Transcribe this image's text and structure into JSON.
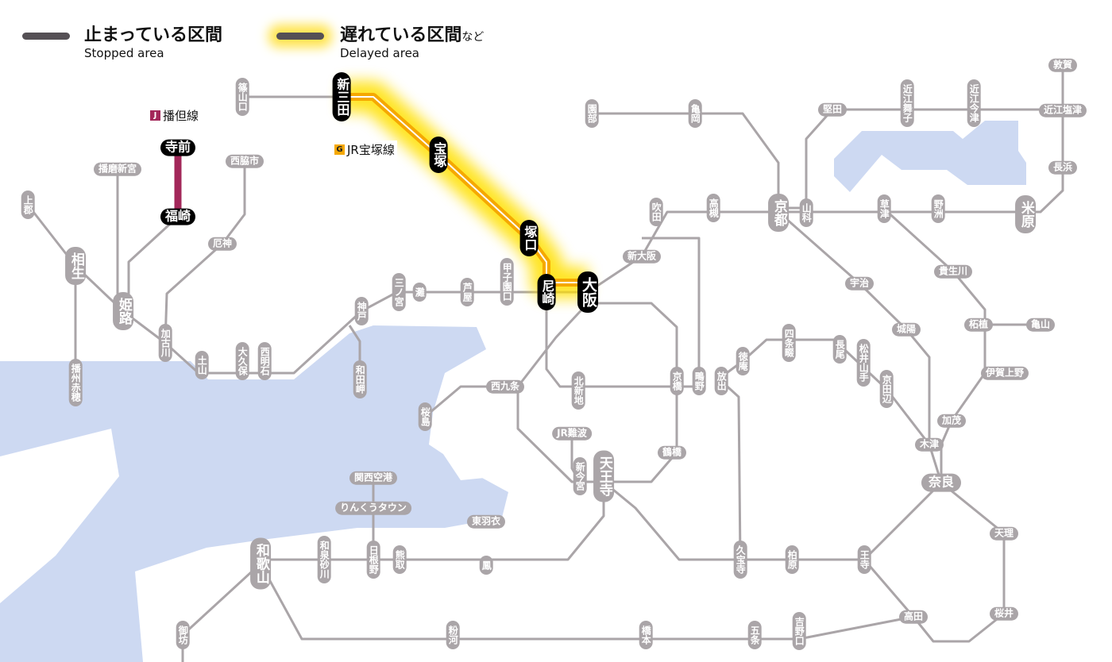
{
  "legend": {
    "stopped": {
      "jp": "止まっている区間",
      "en": "Stopped area",
      "color": "#555055"
    },
    "delayed": {
      "jp": "遅れている区間",
      "jp_suffix": "など",
      "en": "Delayed area",
      "color": "#f5c400"
    }
  },
  "line_labels": [
    {
      "badge": "J",
      "name": "播但線",
      "color": "#a3285a"
    },
    {
      "badge": "G",
      "name": "JR宝塚線",
      "color": "#f5a800"
    }
  ],
  "stations": [
    "新三田",
    "宝塚",
    "塚口",
    "尼崎",
    "大阪",
    "寺前",
    "福崎",
    "篠山口",
    "播磨新宮",
    "西脇市",
    "上郡",
    "厄神",
    "相生",
    "姫路",
    "加古川",
    "土山",
    "大久保",
    "西明石",
    "播州赤穂",
    "神戸",
    "和田岬",
    "三ノ宮",
    "灘",
    "芦屋",
    "甲子園口",
    "西九条",
    "桜島",
    "北新地",
    "京橋",
    "鴫野",
    "放出",
    "徳庵",
    "四条畷",
    "長尾",
    "松井山手",
    "京田辺",
    "新大阪",
    "吹田",
    "高槻",
    "京都",
    "山科",
    "園部",
    "亀岡",
    "堅田",
    "近江舞子",
    "近江今津",
    "敦賀",
    "近江塩津",
    "長浜",
    "草津",
    "野洲",
    "米原",
    "宇治",
    "貴生川",
    "城陽",
    "柘植",
    "亀山",
    "伊賀上野",
    "加茂",
    "木津",
    "奈良",
    "天理",
    "桜井",
    "高田",
    "王寺",
    "柏原",
    "久宝寺",
    "鶴橋",
    "天王寺",
    "新今宮",
    "JR難波",
    "関西空港",
    "りんくうタウン",
    "東羽衣",
    "鳳",
    "日根野",
    "熊取",
    "和泉砂川",
    "和歌山",
    "御坊",
    "粉河",
    "橋本",
    "五条",
    "吉野口"
  ]
}
